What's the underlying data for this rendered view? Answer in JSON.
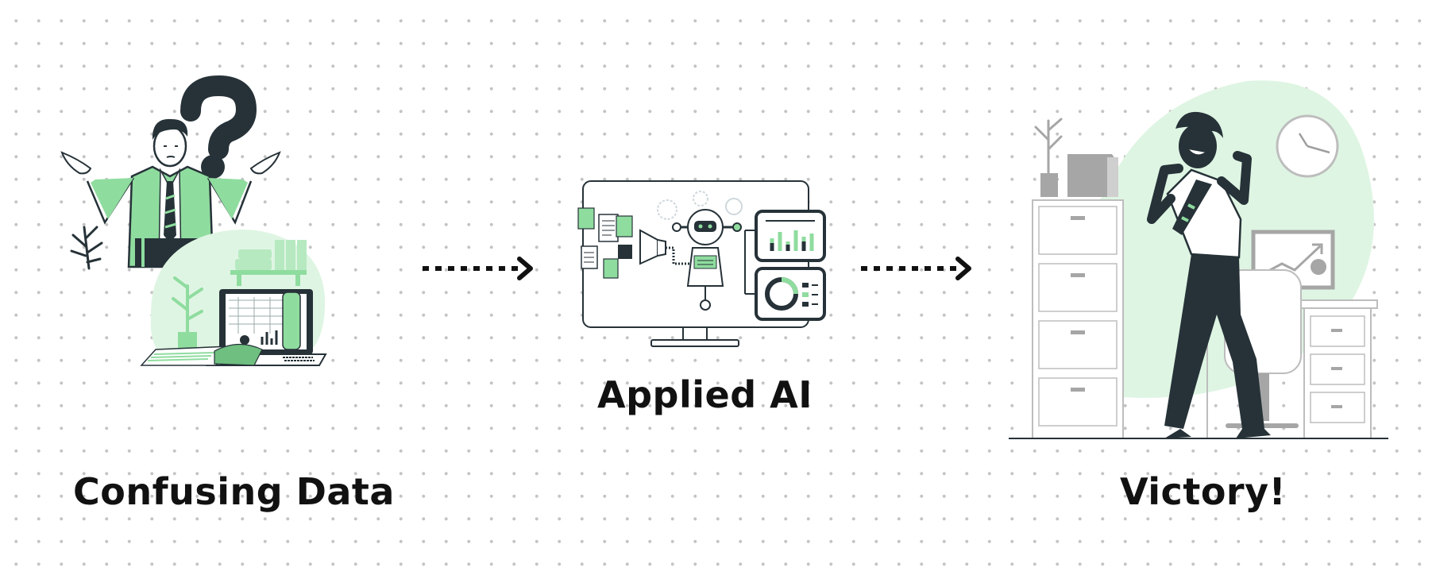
{
  "steps": [
    {
      "label": "Confusing Data",
      "illustration_icon": "confused-person-icon"
    },
    {
      "label": "Applied AI",
      "illustration_icon": "ai-robot-monitor-icon"
    },
    {
      "label": "Victory!",
      "illustration_icon": "celebrating-person-icon"
    }
  ],
  "connectors": [
    {
      "icon": "dotted-arrow-icon"
    },
    {
      "icon": "dotted-arrow-icon"
    }
  ],
  "colors": {
    "accent_green": "#8fdc9f",
    "light_green": "#dff5e3",
    "ink": "#263238",
    "gray": "#a6a6a6",
    "text": "#111111"
  }
}
